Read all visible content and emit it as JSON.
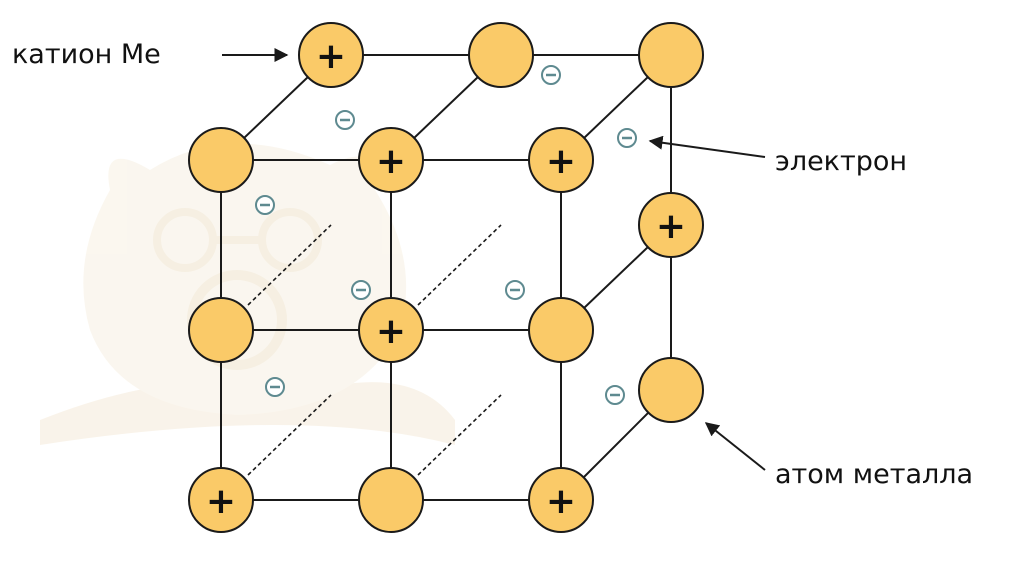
{
  "colors": {
    "atom_fill": "#FACA68",
    "atom_stroke": "#1A1A1A",
    "line": "#1A1A1A",
    "electron": "#5E8A90",
    "watermark": "#F7F0E2"
  },
  "labels": {
    "cation": "катион Me",
    "electron": "электрон",
    "atom": "атом металла"
  },
  "symbols": {
    "cation": "+",
    "electron": "−"
  },
  "icons": [
    "watermark-bear-icon",
    "arrow-right-icon",
    "arrow-left-icon"
  ]
}
